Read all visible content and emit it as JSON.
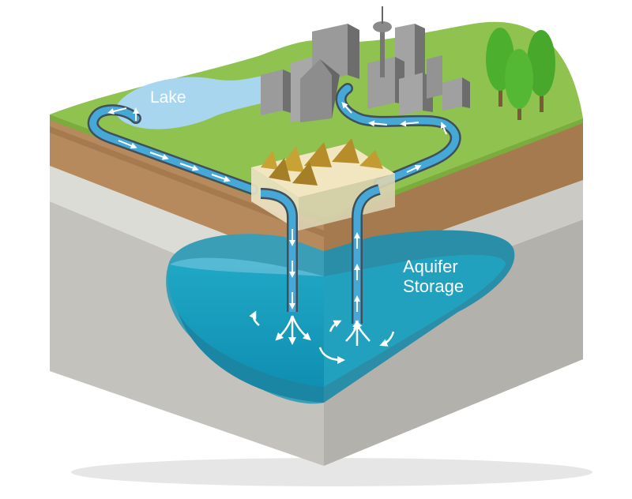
{
  "labels": {
    "lake": "Lake",
    "aquifer_line1": "Aquifer",
    "aquifer_line2": "Storage"
  },
  "colors": {
    "grass": "#8cbf4a",
    "soil": "#b4885a",
    "clay": "#d9d9d4",
    "rock": "#c9c7c2",
    "water": "#1aa3c4",
    "water_light": "#9fd4ec",
    "pipe": "#4a5a66",
    "building": "#8a8a8a",
    "tree": "#4caf2e"
  },
  "icons": [
    "tree-icon",
    "building-icon",
    "tower-icon",
    "factory-icon",
    "flow-arrow-icon"
  ]
}
